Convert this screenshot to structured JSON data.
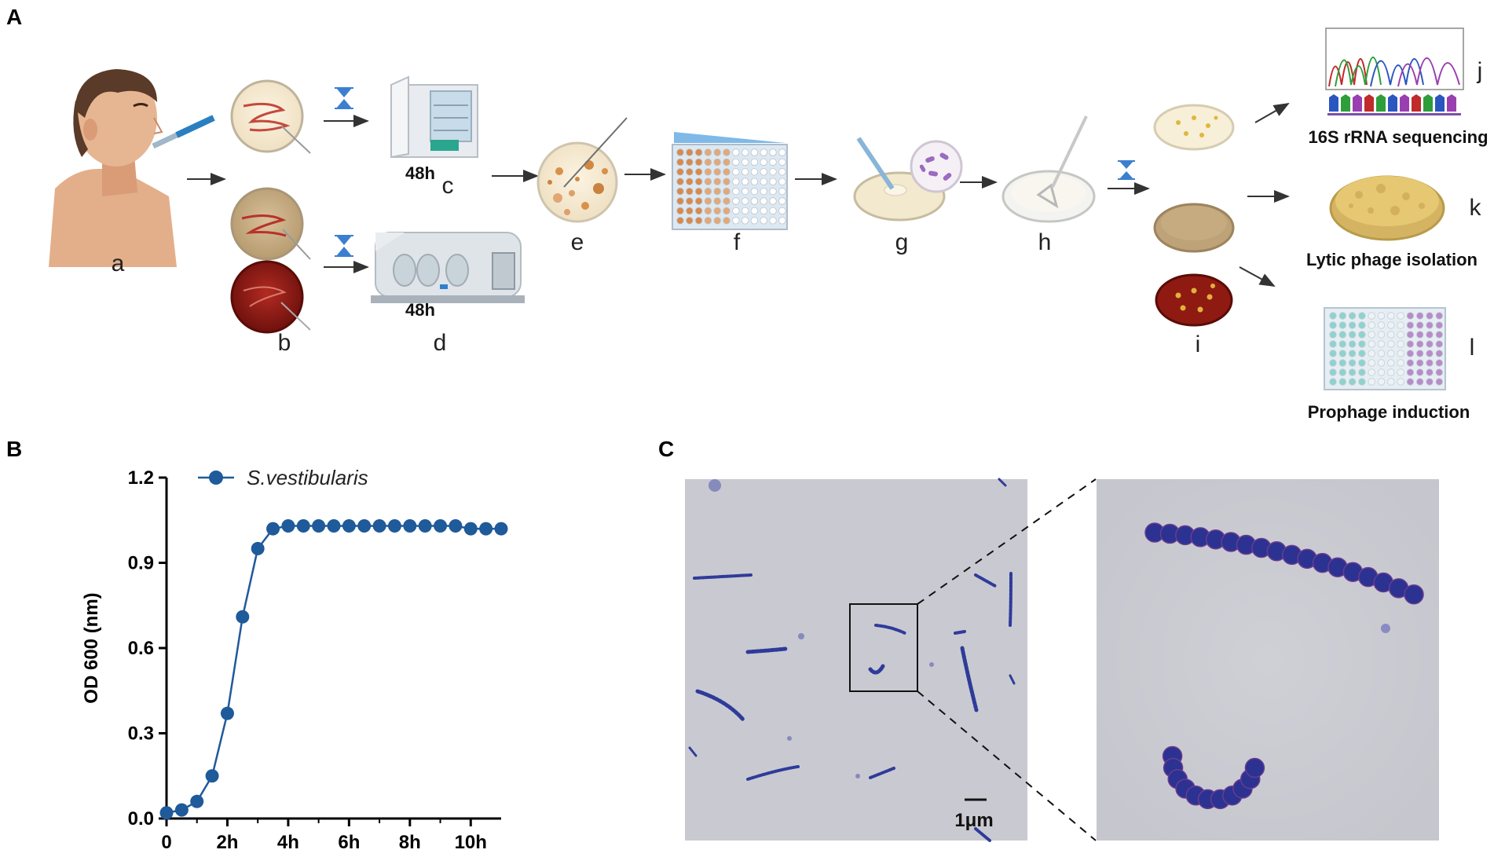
{
  "panels": {
    "a": "A",
    "b": "B",
    "c": "C"
  },
  "workflow": {
    "steps": [
      "a",
      "b",
      "c",
      "d",
      "e",
      "f",
      "g",
      "h",
      "i",
      "j",
      "k",
      "l"
    ],
    "time_c": "48h",
    "time_d": "48h",
    "outputs": {
      "sequencing": "16S rRNA sequencing",
      "lytic": "Lytic phage isolation",
      "prophage": "Prophage induction"
    }
  },
  "micrograph": {
    "scale_label": "1μm"
  },
  "chart_data": {
    "type": "line",
    "xlabel": "",
    "ylabel": "OD 600 (nm)",
    "ylim": [
      0,
      1.2
    ],
    "xlim": [
      0,
      11
    ],
    "yticks": [
      "0.0",
      "0.3",
      "0.6",
      "0.9",
      "1.2"
    ],
    "xticks": [
      "0",
      "2h",
      "4h",
      "6h",
      "8h",
      "10h"
    ],
    "legend_position": "top-left",
    "series": [
      {
        "name": "S.vestibularis",
        "color": "#1f5a9a",
        "x": [
          0,
          0.5,
          1,
          1.5,
          2,
          2.5,
          3,
          3.5,
          4,
          4.5,
          5,
          5.5,
          6,
          6.5,
          7,
          7.5,
          8,
          8.5,
          9,
          9.5,
          10,
          10.5,
          11
        ],
        "y": [
          0.02,
          0.03,
          0.06,
          0.15,
          0.37,
          0.71,
          0.95,
          1.02,
          1.03,
          1.03,
          1.03,
          1.03,
          1.03,
          1.03,
          1.03,
          1.03,
          1.03,
          1.03,
          1.03,
          1.03,
          1.02,
          1.02,
          1.02
        ]
      }
    ]
  }
}
